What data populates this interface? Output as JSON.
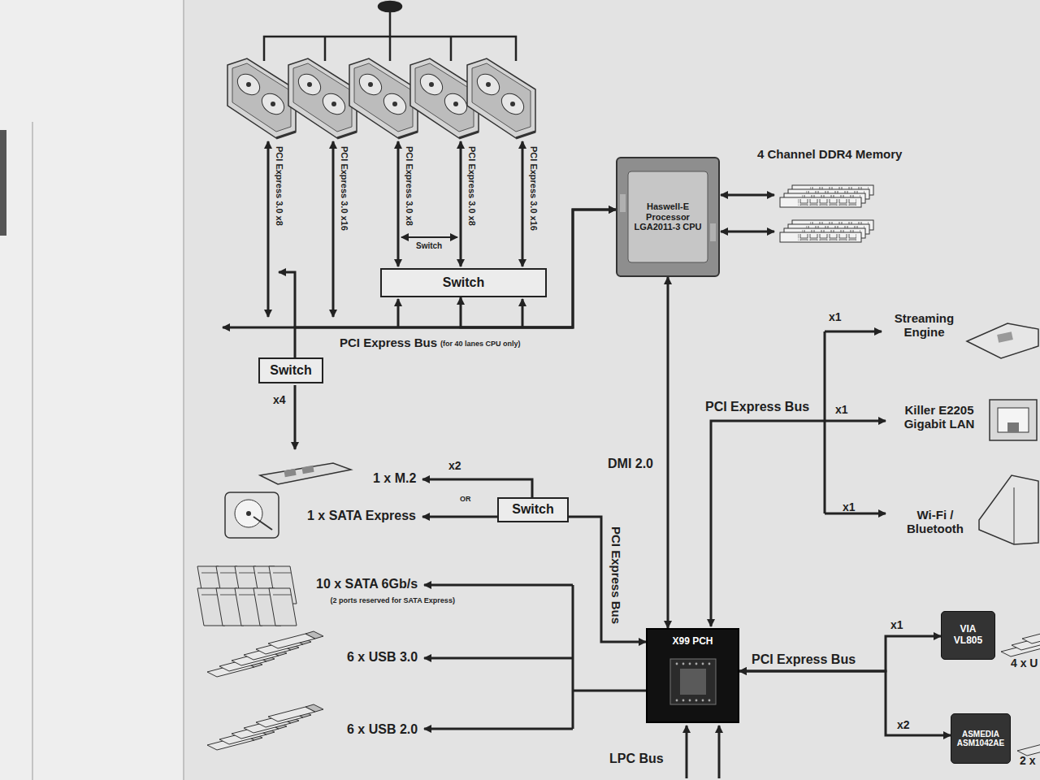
{
  "diagram": {
    "nodes": [
      {
        "text": [
          "Haswell-E Processor LGA2011-3 CPU"
        ]
      },
      {
        "text": [
          "Switch"
        ]
      },
      {
        "text": [
          "Switch"
        ]
      },
      {
        "text": [
          "Switch"
        ]
      },
      {
        "text": [
          "VIA VL805"
        ]
      },
      {
        "text": [
          "X99 PCH"
        ]
      },
      {
        "text": [
          "ASMEDIA ASM1042AE"
        ]
      }
    ],
    "edges": [
      {
        "from": 0,
        "to": 1,
        "arrow": "both"
      },
      {
        "from": 2,
        "to": 0,
        "arrow": "to"
      },
      {
        "from": 0,
        "to": 5,
        "label": "DMI 2.0",
        "arrow": "both"
      },
      {
        "from": 3,
        "to": 5,
        "label": "PCI Express Bus",
        "arrow": "to"
      },
      {
        "from": 5,
        "to": 4,
        "label": "x1",
        "arrow": "both"
      },
      {
        "from": 5,
        "to": 6,
        "label": "x2",
        "arrow": "both"
      }
    ],
    "labels": [
      "PCI Express 3.0 x8",
      "PCI Express 3.0 x16",
      "PCI Express 3.0 x8",
      "PCI Express 3.0 x8",
      "PCI Express 3.0 x16",
      "Switch",
      "4 Channel DDR4 Memory",
      "PCI Express Bus",
      "(for 40 lanes CPU only)",
      "x4",
      "x1",
      "Streaming Engine",
      "PCI Express Bus",
      "x1",
      "Killer E2205 Gigabit LAN",
      "x2",
      "1 x M.2",
      "OR",
      "1 x SATA Express",
      "x1",
      "Wi-Fi / Bluetooth",
      "10 x SATA 6Gb/s",
      "(2 ports reserved for SATA Express)",
      "6 x USB 3.0",
      "6 x USB 2.0",
      "PCI Express Bus",
      "4 x U",
      "2 x",
      "LPC Bus"
    ]
  }
}
